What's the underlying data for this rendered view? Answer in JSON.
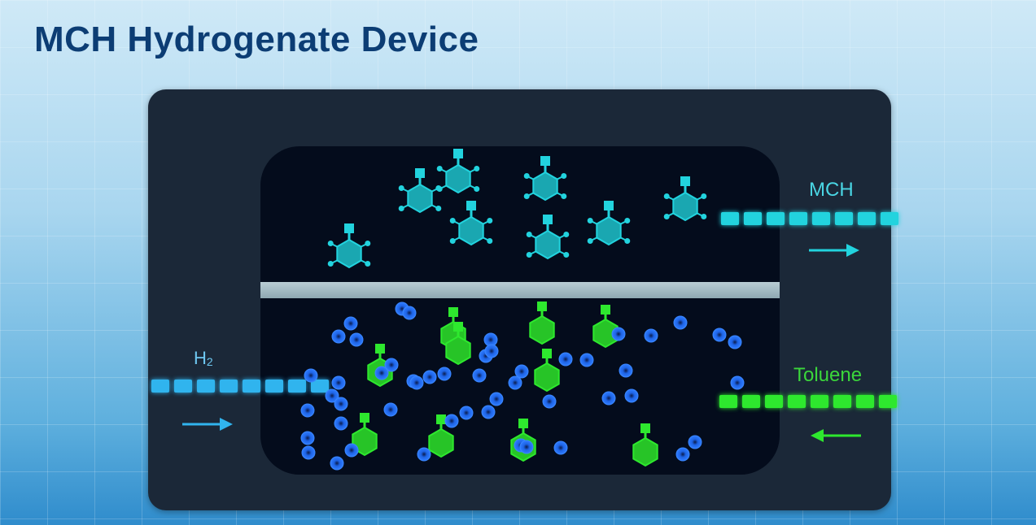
{
  "title": "MCH Hydrogenate Device",
  "labels": {
    "mch": "MCH",
    "toluene": "Toluene",
    "h2_main": "H",
    "h2_sub": "2"
  },
  "colors": {
    "mch": "#22d3de",
    "toluene": "#2ee82e",
    "hydrogen": "#1e64e6",
    "title": "#0c3d74",
    "device": "#1b2838",
    "chamber": "#040c1c"
  },
  "icons": {
    "mch_molecule": "hexagon-with-hydrogens-icon",
    "toluene_molecule": "hexagon-with-methyl-icon",
    "hydrogen_particle": "circle-dot-icon",
    "flow_arrow": "arrow-icon"
  }
}
